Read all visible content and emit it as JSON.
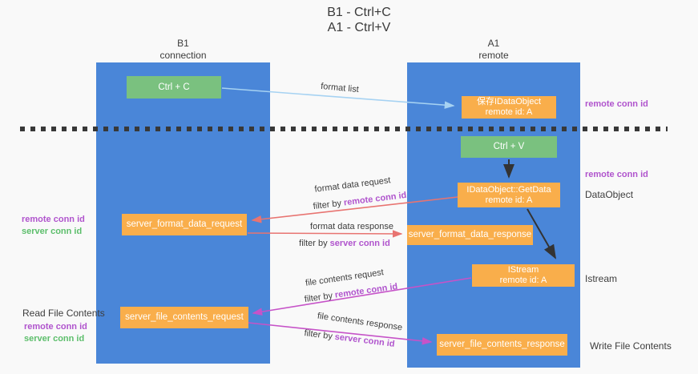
{
  "title": {
    "line1": "B1 - Ctrl+C",
    "line2": "A1 - Ctrl+V"
  },
  "lifelines": {
    "b1": {
      "name": "B1",
      "role": "connection"
    },
    "a1": {
      "name": "A1",
      "role": "remote"
    }
  },
  "nodes": {
    "ctrl_c": "Ctrl + C",
    "ctrl_v": "Ctrl + V",
    "save_idataobject": {
      "title": "保存IDataObject",
      "subtitle": "remote id: A"
    },
    "idataobject_getdata": {
      "title": "IDataObject::GetData",
      "subtitle": "remote id: A"
    },
    "istream": {
      "title": "IStream",
      "subtitle": "remote id: A"
    },
    "server_format_data_request": "server_format_data_request",
    "server_format_data_response": "server_format_data_response",
    "server_file_contents_request": "server_file_contents_request",
    "server_file_contents_response": "server_file_contents_response"
  },
  "edge_labels": {
    "format_list": "format list",
    "format_data_request": "format data request",
    "format_data_response": "format data response",
    "file_contents_request": "file contents request",
    "file_contents_response": "file contents response",
    "filter_by": "filter by",
    "remote_conn_id": "remote conn id",
    "server_conn_id": "server conn id"
  },
  "annotations": {
    "remote_conn_id": "remote conn id",
    "server_conn_id": "server conn id",
    "dataobject": "DataObject",
    "istream": "Istream",
    "read_file_contents": "Read File Contents",
    "write_file_contents": "Write File Contents"
  },
  "colors": {
    "lifeline_blue": "#4a86d8",
    "node_orange": "#f9ae4b",
    "node_green": "#7ac17f",
    "remote_conn_purple": "#b054cd",
    "server_conn_green": "#5cbe6b",
    "arrow_salmon": "#e87471",
    "arrow_magenta": "#c653c8",
    "arrow_lightblue": "#a6d2f2",
    "arrow_black": "#333333",
    "dash_black": "#383838"
  }
}
